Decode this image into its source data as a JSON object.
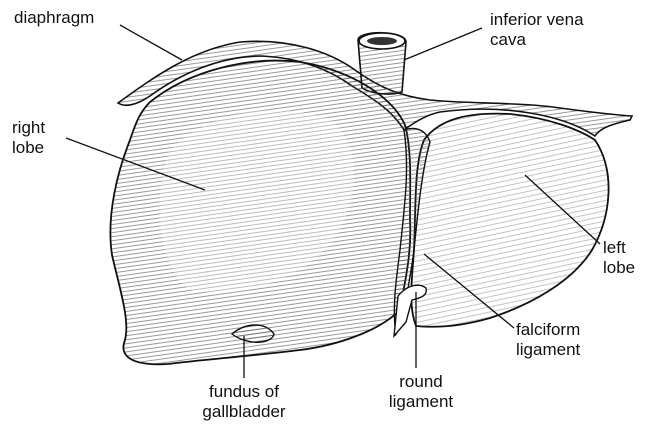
{
  "labels": {
    "diaphragm": "diaphragm",
    "ivc_line1": "inferior vena",
    "ivc_line2": "cava",
    "right_lobe_line1": "right",
    "right_lobe_line2": "lobe",
    "left_lobe_line1": "left",
    "left_lobe_line2": "lobe",
    "falciform_line1": "falciform",
    "falciform_line2": "ligament",
    "round_line1": "round",
    "round_line2": "ligament",
    "fundus_line1": "fundus of",
    "fundus_line2": "gallbladder"
  },
  "colors": {
    "ink": "#111111",
    "paper": "#ffffff",
    "shade": "#d9d9d9"
  }
}
